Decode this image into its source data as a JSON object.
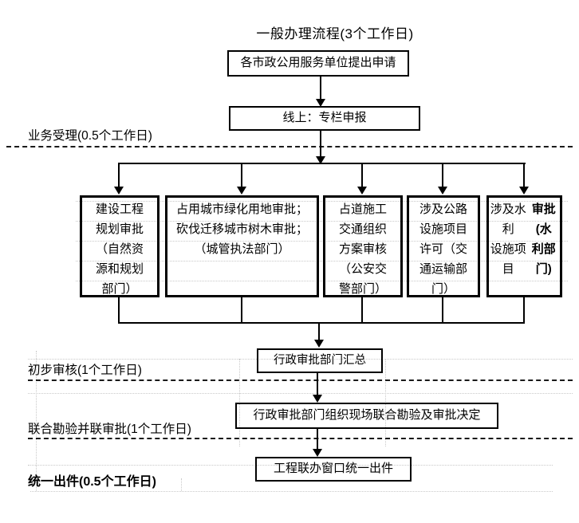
{
  "title": "一般办理流程(3个工作日)",
  "flow": {
    "apply_box": "各市政公用服务单位提出申请",
    "online_box": "线上：专栏申报",
    "summary_box": "行政审批部门汇总",
    "inspection_box": "行政审批部门组织现场联合勘验及审批决定",
    "output_box": "工程联办窗口统一出件"
  },
  "departments": [
    {
      "label": "建设工程\n规划审批\n（自然资\n源和规划\n部门）"
    },
    {
      "label": "占用城市绿化用地审批；\n砍伐迁移城市树木审批；\n（城管执法部门）"
    },
    {
      "label": "占道施工\n交通组织\n方案审核\n（公安交\n警部门）"
    },
    {
      "label": "涉及公路\n设施项目\n许可（交\n通运输部\n门）"
    },
    {
      "label_normal": "涉及水利\n设施项目\n",
      "label_bold": "审批(水\n利部门)"
    }
  ],
  "stage_labels": [
    {
      "label": "业务受理(0.5个工作日)"
    },
    {
      "label": "初步审核(1个工作日)"
    },
    {
      "label": "联合勘验并联审批(1个工作日)"
    },
    {
      "label": "统一出件(0.5个工作日)"
    }
  ],
  "colors": {
    "line": "#000000",
    "background": "#ffffff",
    "faint_grid": "#c9c9c9"
  }
}
